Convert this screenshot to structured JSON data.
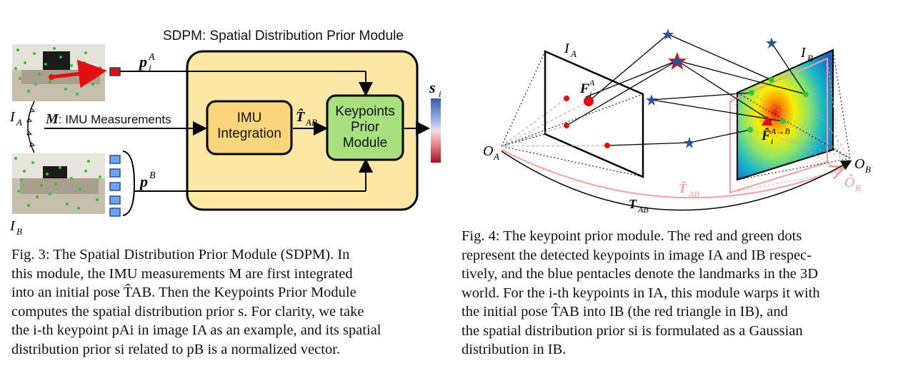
{
  "fig3": {
    "module_title": "SDPM: Spatial Distribution Prior Module",
    "imu_box": "IMU Integration",
    "kpm_box": "Keypoints Prior Module",
    "imu_label": "IMU Measurements",
    "imu_symbol": "M",
    "colors": {
      "module_fill": "#fde7a4",
      "imu_fill": "#fbd57c",
      "kpm_fill": "#a8e07f",
      "arrow": "#e01010"
    },
    "caption_lines": [
      "Fig. 3: The Spatial Distribution Prior Module (SDPM). In",
      "this module, the IMU measurements M are first integrated",
      "into an initial pose T̂AB. Then the Keypoints Prior Module",
      "computes the spatial distribution prior s. For clarity, we take",
      "the i-th keypoint pAi in image IA as an example, and its spatial",
      "distribution prior si related to pB is a normalized vector."
    ]
  },
  "fig4": {
    "labels": {
      "IA": "I",
      "IB": "I",
      "OA": "O",
      "OB": "O"
    },
    "colors": {
      "landmark": "#2a4f9c",
      "red_dot": "#e01010",
      "green_dot": "#2ecc2e",
      "pink_arrow": "#f0a0a0"
    },
    "caption_lines": [
      "Fig. 4: The keypoint prior module. The red and green dots",
      "represent the detected keypoints in image IA and IB respec-",
      "tively, and the blue pentacles denote the landmarks in the 3D",
      "world. For the i-th keypoints in IA, this module warps it with",
      "the initial pose T̂AB into IB (the red triangle in IB), and",
      "the spatial distribution prior si is formulated as a Gaussian",
      "distribution in IB."
    ]
  }
}
